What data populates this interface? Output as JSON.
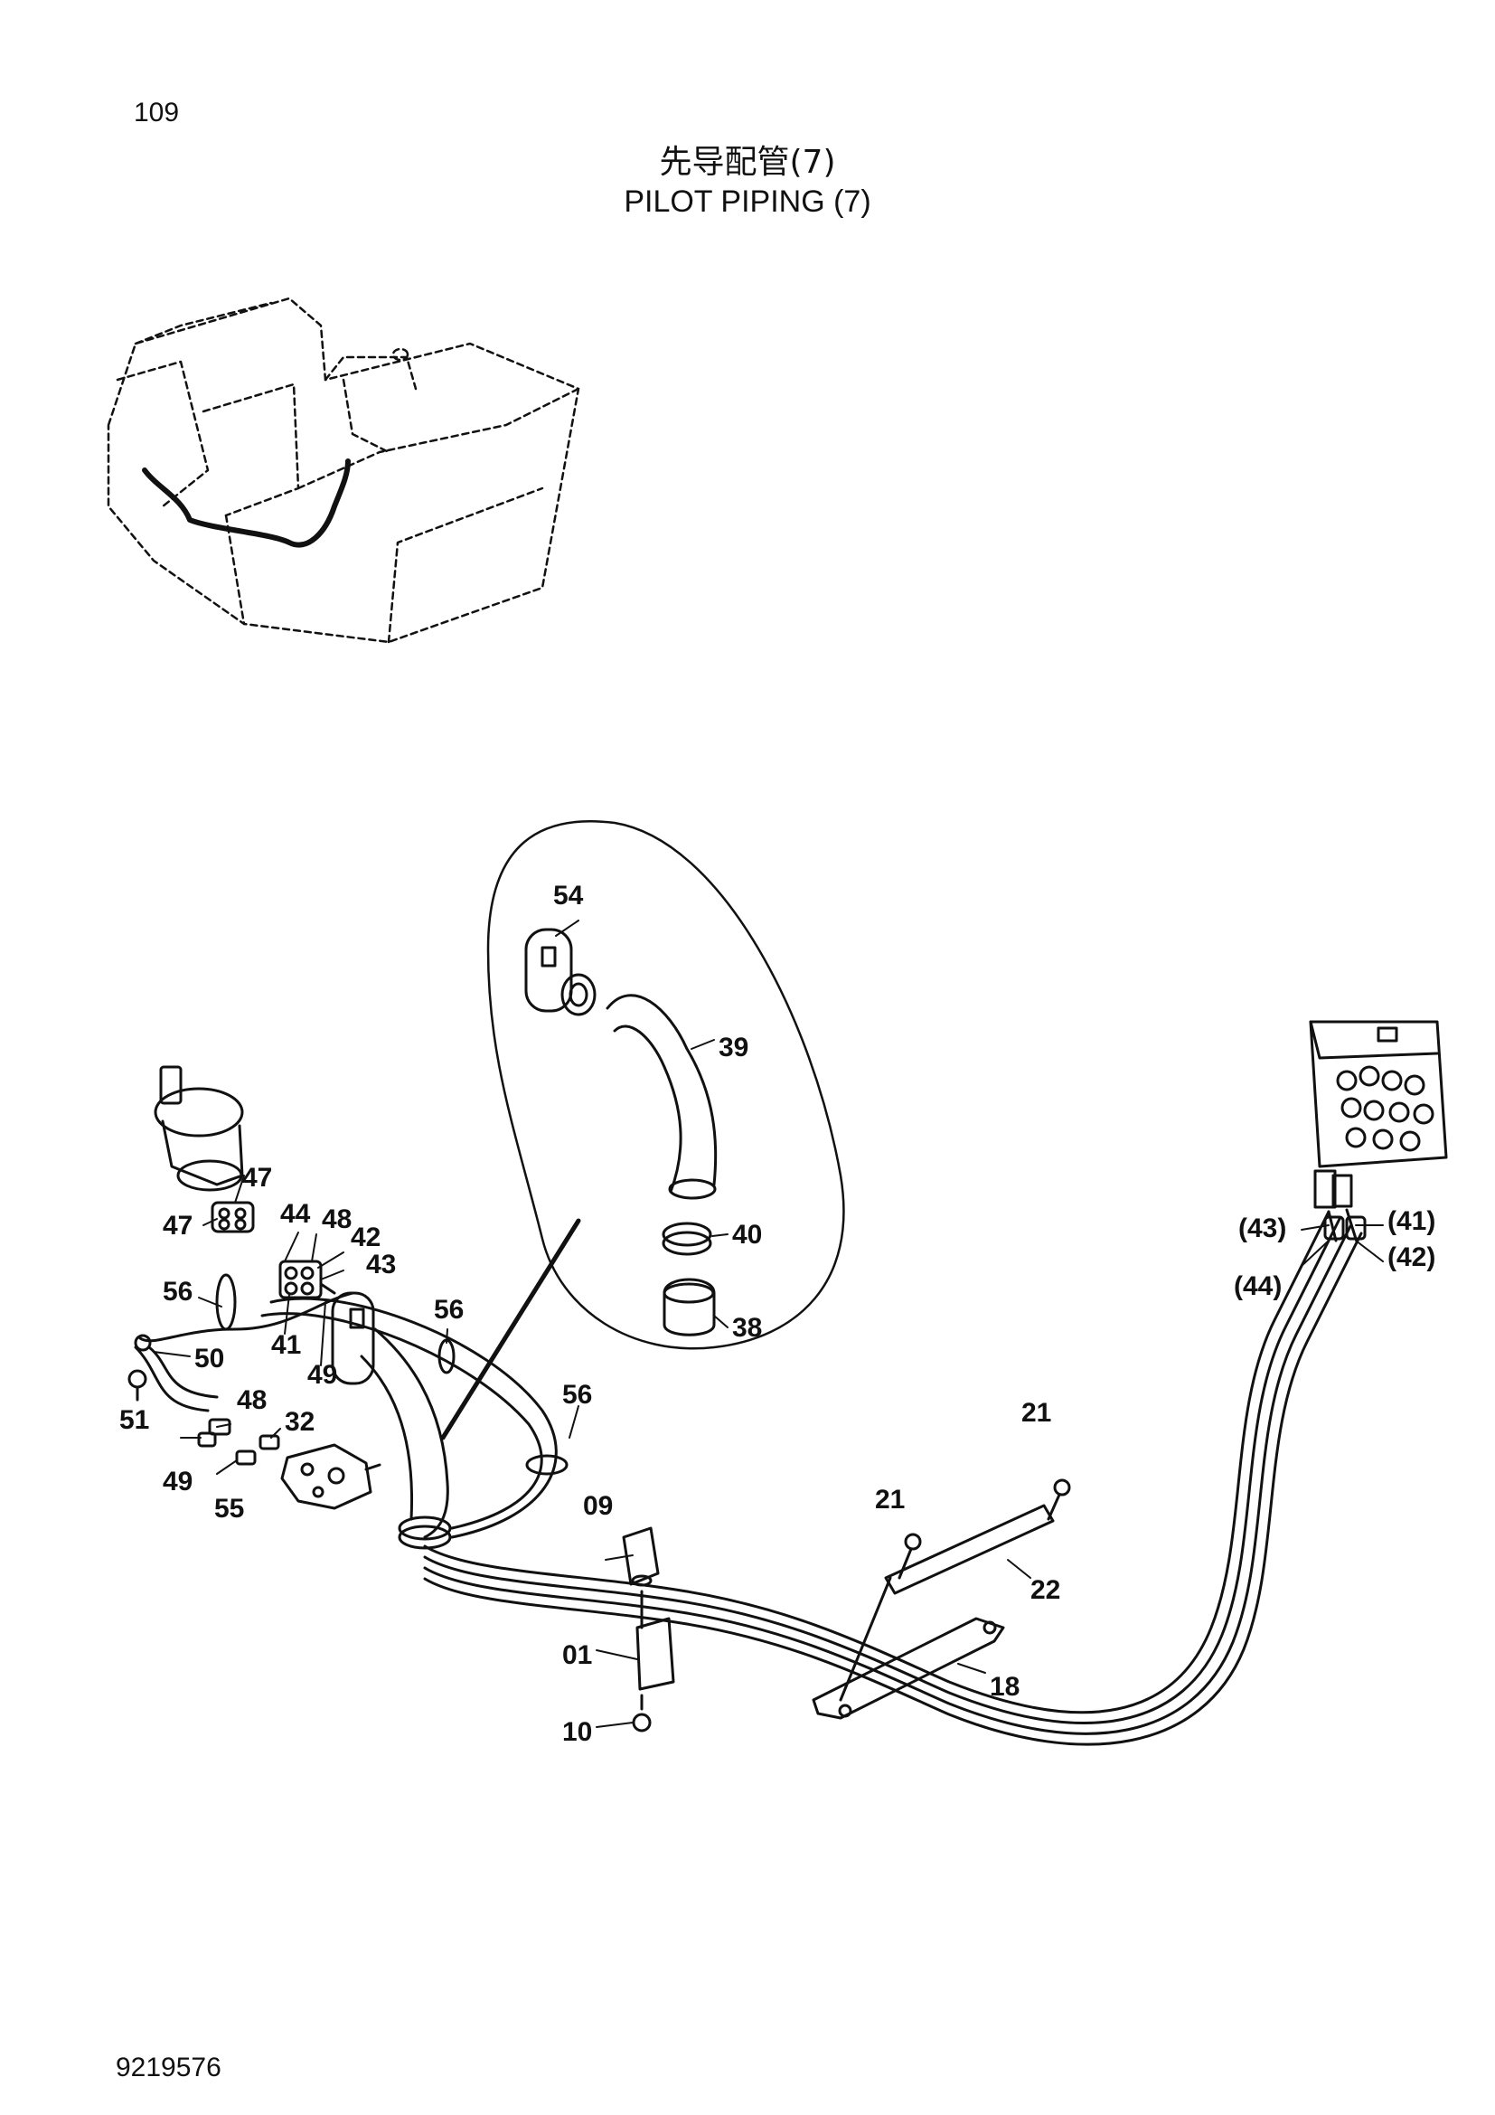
{
  "page": {
    "page_number": "109",
    "title_cn": "先导配管(7)",
    "title_en": "PILOT  PIPING (7)",
    "drawing_number": "9219576"
  },
  "part_labels": [
    "54",
    "39",
    "40",
    "38",
    "47",
    "47",
    "44",
    "48",
    "42",
    "43",
    "56",
    "50",
    "41",
    "49",
    "56",
    "51",
    "48",
    "32",
    "49",
    "55",
    "56",
    "09",
    "01",
    "10",
    "21",
    "21",
    "22",
    "18",
    "(43)",
    "(41)",
    "(44)",
    "(42)"
  ]
}
